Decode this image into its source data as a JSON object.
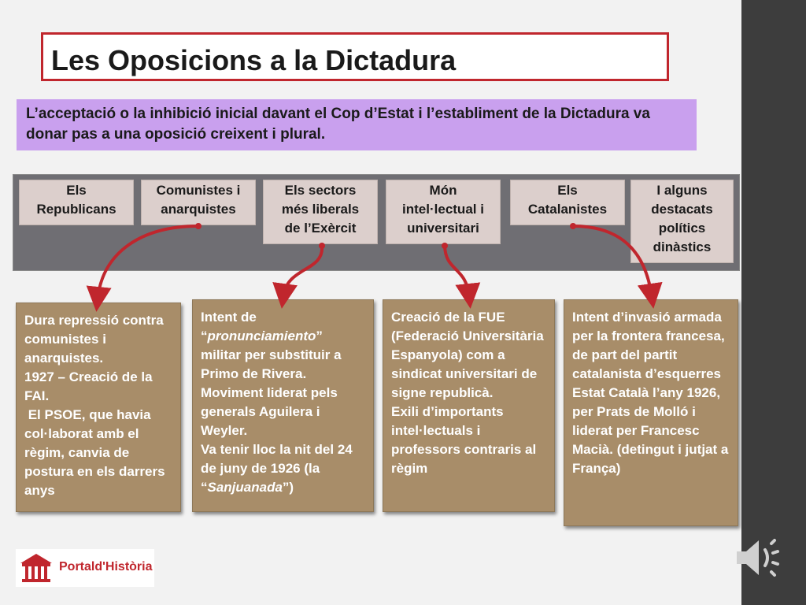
{
  "title": "Les Oposicions a la Dictadura",
  "intro": "L’acceptació o la inhibició inicial davant el Cop d’Estat i l’establiment de la Dictadura va donar pas a una oposició creixent i plural.",
  "categories": [
    {
      "lines": [
        "Els",
        "Republicans"
      ]
    },
    {
      "lines": [
        "Comunistes i",
        "anarquistes"
      ]
    },
    {
      "lines": [
        "Els sectors",
        "més liberals",
        "de l’Exèrcit"
      ]
    },
    {
      "lines": [
        "Món",
        "intel·lectual i",
        "universitari"
      ]
    },
    {
      "lines": [
        "Els",
        "Catalanistes"
      ]
    },
    {
      "lines": [
        "I alguns",
        "destacats",
        "polítics",
        "dinàstics"
      ]
    }
  ],
  "details": [
    {
      "html": "Dura repressió contra comunistes i anarquistes.<br>1927 – Creació de la FAI.<br>&nbsp;El PSOE, que havia col·laborat amb el règim, canvia de postura en els darrers anys"
    },
    {
      "html": "Intent de “<i>pronunciamiento</i>” militar per substituir a Primo de Rivera.<br>Moviment liderat pels generals Aguilera i Weyler.<br>Va tenir lloc la nit del 24 de juny de 1926 (la “<i>Sanjuanada</i>”)"
    },
    {
      "html": "Creació de la FUE (Federació Universitària Espanyola) com a sindicat universitari de signe republicà.<br>Exili d’importants intel·lectuals i professors contraris al règim"
    },
    {
      "html": "Intent d’invasió armada per la frontera francesa, de part del partit catalanista d’esquerres Estat Català l’any 1926, per Prats de Molló i liderat per Francesc Macià. (detingut i jutjat a França)"
    }
  ],
  "logo": {
    "text": "Portald'Història"
  },
  "icons": {
    "speaker": "speaker-icon",
    "logo": "temple-logo-icon"
  },
  "colors": {
    "accent_red": "#c0262d",
    "intro_bg": "#c9a0ee",
    "band": "#6f6e73",
    "category_bg": "#dccfcc",
    "detail_bg": "#a88d69",
    "sidebar": "#3d3d3d"
  }
}
